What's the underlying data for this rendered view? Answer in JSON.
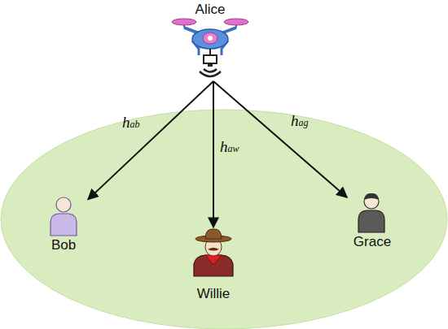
{
  "diagram": {
    "nodes": [
      {
        "text": [
          "Alice"
        ]
      },
      {
        "text": [
          "Bob"
        ]
      },
      {
        "text": [
          "Willie"
        ]
      },
      {
        "text": [
          "Grace"
        ]
      }
    ],
    "edges": [
      {
        "from": 0,
        "to": 1,
        "label": "hab",
        "arrow": "to"
      },
      {
        "from": 0,
        "to": 2,
        "label": "haw",
        "arrow": "to"
      },
      {
        "from": 0,
        "to": 3,
        "label": "hag",
        "arrow": "to"
      }
    ]
  }
}
